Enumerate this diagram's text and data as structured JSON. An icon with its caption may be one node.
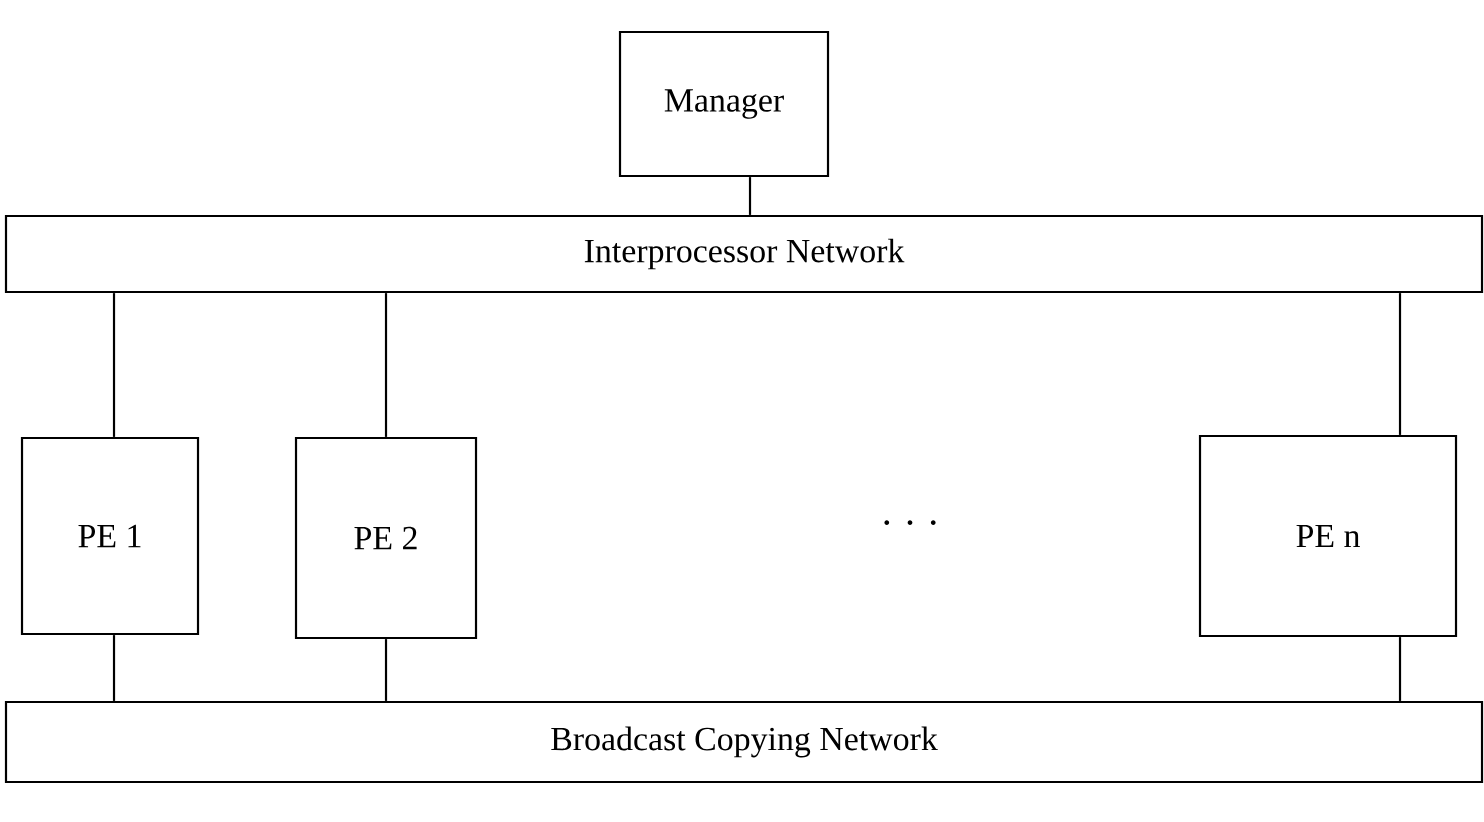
{
  "diagram": {
    "nodes": [
      {
        "text": [
          "Manager"
        ]
      },
      {
        "text": [
          "Interprocessor Network"
        ]
      },
      {
        "text": [
          "PE 1"
        ]
      },
      {
        "text": [
          "PE 2"
        ]
      },
      {
        "text": [
          "PE n"
        ]
      },
      {
        "text": [
          "Broadcast Copying Network"
        ]
      }
    ],
    "edges": [
      {
        "from": 0,
        "to": 1,
        "arrow": "none"
      },
      {
        "from": 1,
        "to": 2,
        "arrow": "none"
      },
      {
        "from": 1,
        "to": 3,
        "arrow": "none"
      },
      {
        "from": 1,
        "to": 4,
        "arrow": "none"
      },
      {
        "from": 2,
        "to": 5,
        "arrow": "none"
      },
      {
        "from": 3,
        "to": 5,
        "arrow": "none"
      },
      {
        "from": 4,
        "to": 5,
        "arrow": "none"
      }
    ],
    "labels": [
      "· · ·"
    ]
  }
}
